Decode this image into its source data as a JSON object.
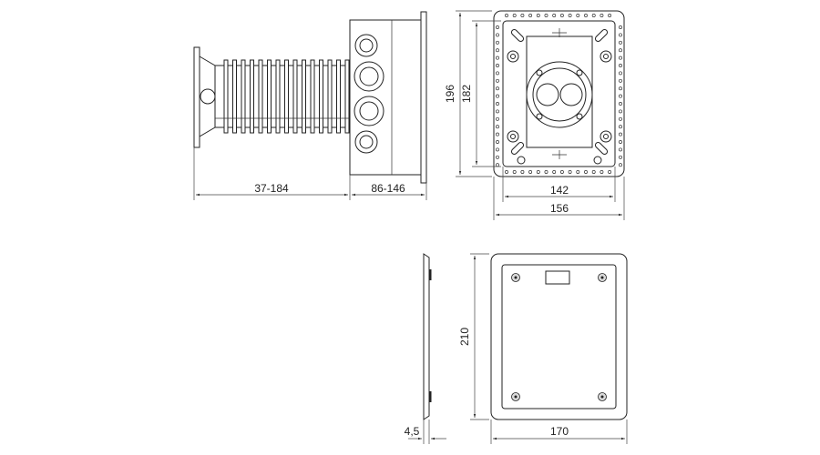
{
  "drawing": {
    "side_view": {
      "dim_extension": "37-184",
      "dim_box_depth": "86-146"
    },
    "front_view": {
      "dim_outer_height": "196",
      "dim_inner_height": "182",
      "dim_inner_width": "142",
      "dim_outer_width": "156"
    },
    "cover_side": {
      "dim_thickness": "4,5"
    },
    "cover_front": {
      "dim_height": "210",
      "dim_width": "170"
    }
  }
}
